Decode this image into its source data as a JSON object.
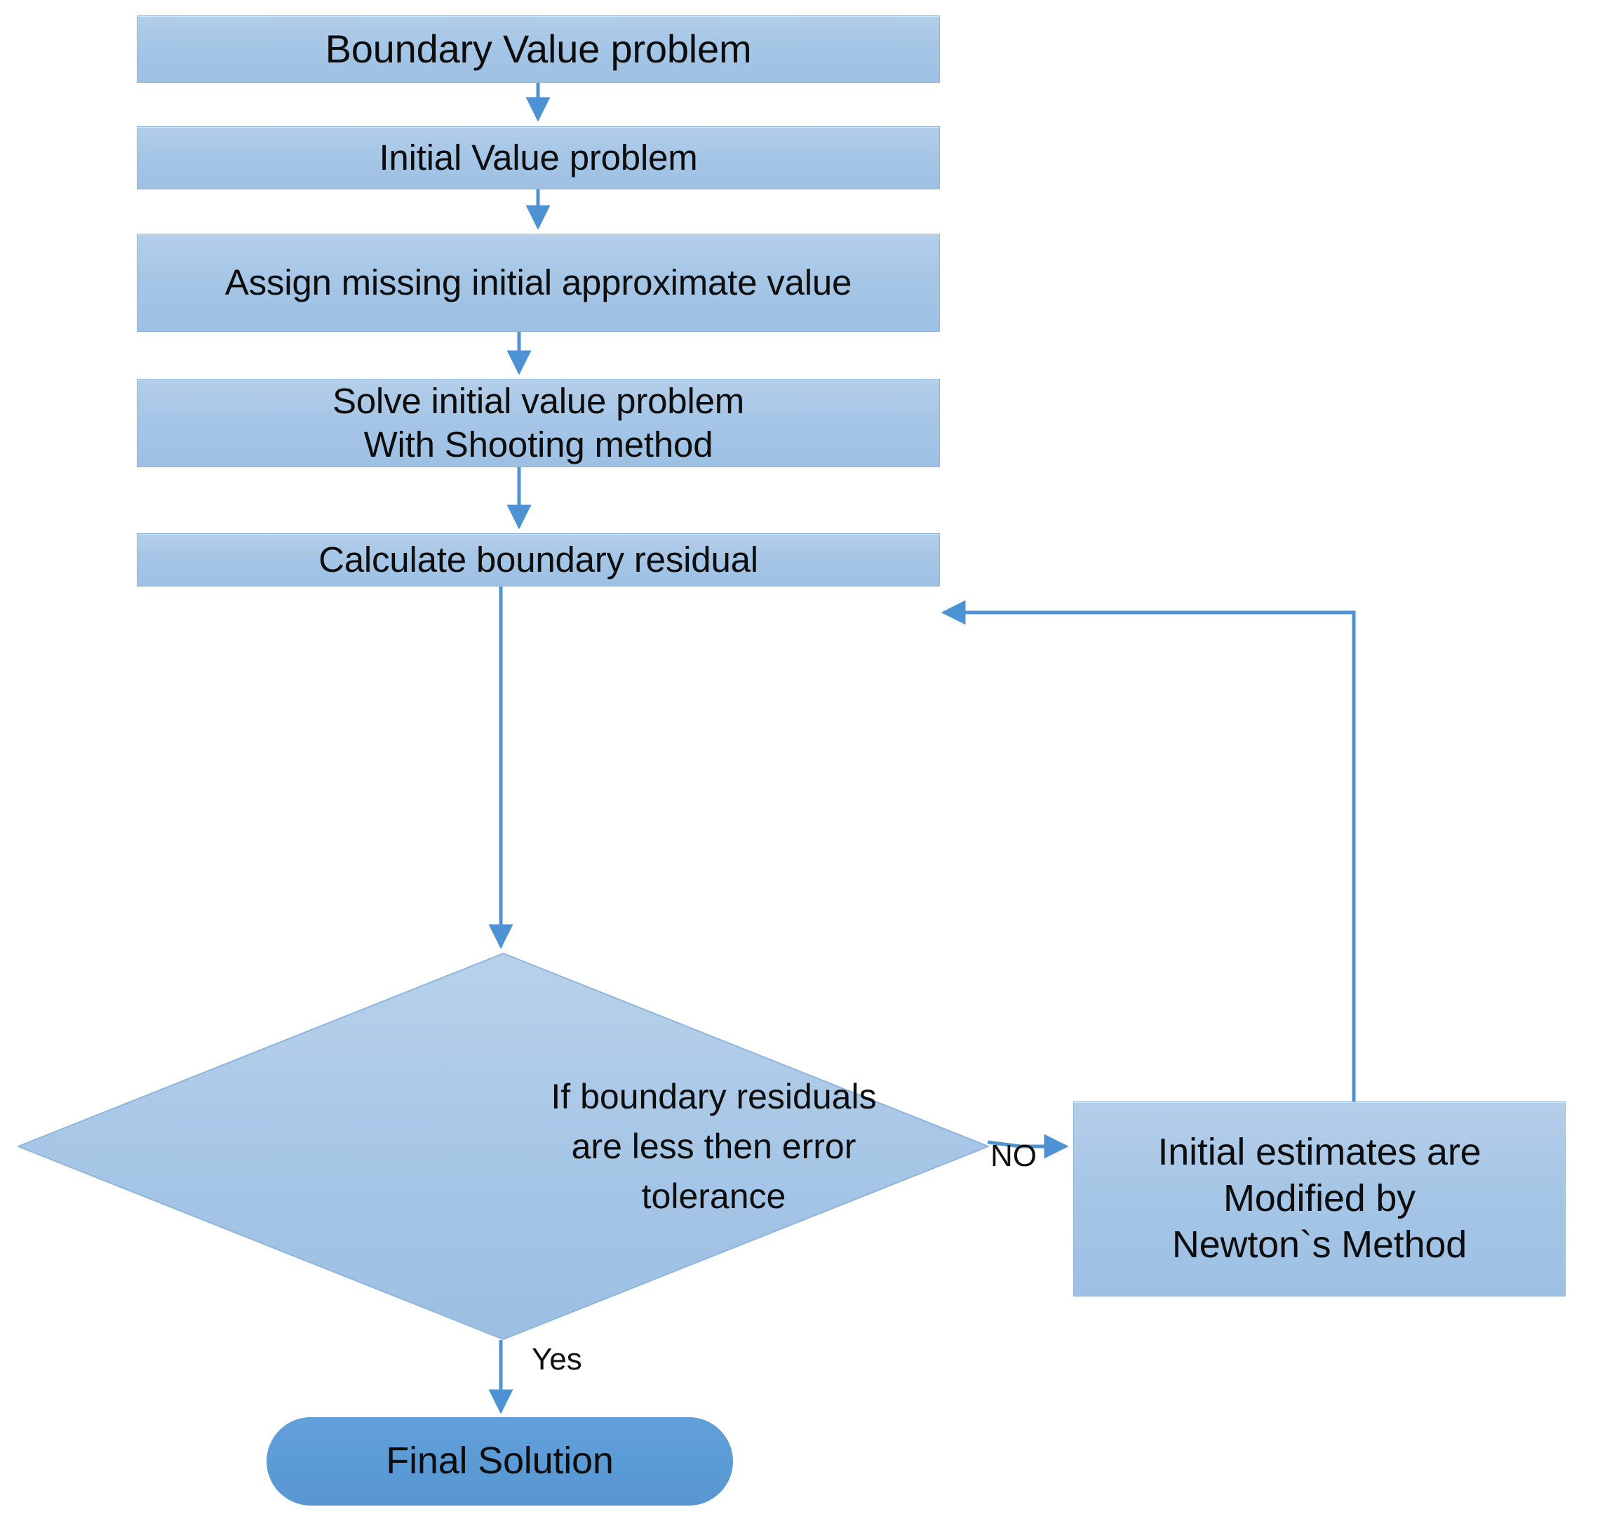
{
  "diagram": {
    "title": "Shooting method flowchart for boundary value problems",
    "type": "flowchart",
    "colors": {
      "process_fill": "#a6c6e6",
      "process_border": "#8eb6dd",
      "decision_fill": "#a6c6e6",
      "terminator_fill": "#5b9bd5",
      "connector": "#5b9bd5",
      "text": "#0d0d0d",
      "background": "#ffffff"
    },
    "nodes": {
      "boundary_value_problem": {
        "label": "Boundary Value problem",
        "shape": "process"
      },
      "initial_value_problem": {
        "label": "Initial Value problem",
        "shape": "process"
      },
      "assign_missing_value": {
        "label": "Assign missing initial approximate value",
        "shape": "process"
      },
      "solve_with_shooting": {
        "label": "Solve initial value problem\nWith Shooting method",
        "shape": "process"
      },
      "calculate_residual": {
        "label": "Calculate boundary residual",
        "shape": "process"
      },
      "residual_decision": {
        "label": "If boundary residuals\nare less then error\ntolerance",
        "shape": "decision"
      },
      "newton_modify": {
        "label": "Initial estimates are\nModified by\nNewton`s Method",
        "shape": "process"
      },
      "final_solution": {
        "label": "Final Solution",
        "shape": "terminator"
      }
    },
    "edge_labels": {
      "no": "NO",
      "yes": "Yes"
    },
    "edges": [
      {
        "from": "boundary_value_problem",
        "to": "initial_value_problem",
        "label": ""
      },
      {
        "from": "initial_value_problem",
        "to": "assign_missing_value",
        "label": ""
      },
      {
        "from": "assign_missing_value",
        "to": "solve_with_shooting",
        "label": ""
      },
      {
        "from": "solve_with_shooting",
        "to": "calculate_residual",
        "label": ""
      },
      {
        "from": "calculate_residual",
        "to": "residual_decision",
        "label": ""
      },
      {
        "from": "residual_decision",
        "to": "newton_modify",
        "label": "NO"
      },
      {
        "from": "residual_decision",
        "to": "final_solution",
        "label": "Yes"
      },
      {
        "from": "newton_modify",
        "to": "solve_with_shooting",
        "label": ""
      }
    ]
  }
}
